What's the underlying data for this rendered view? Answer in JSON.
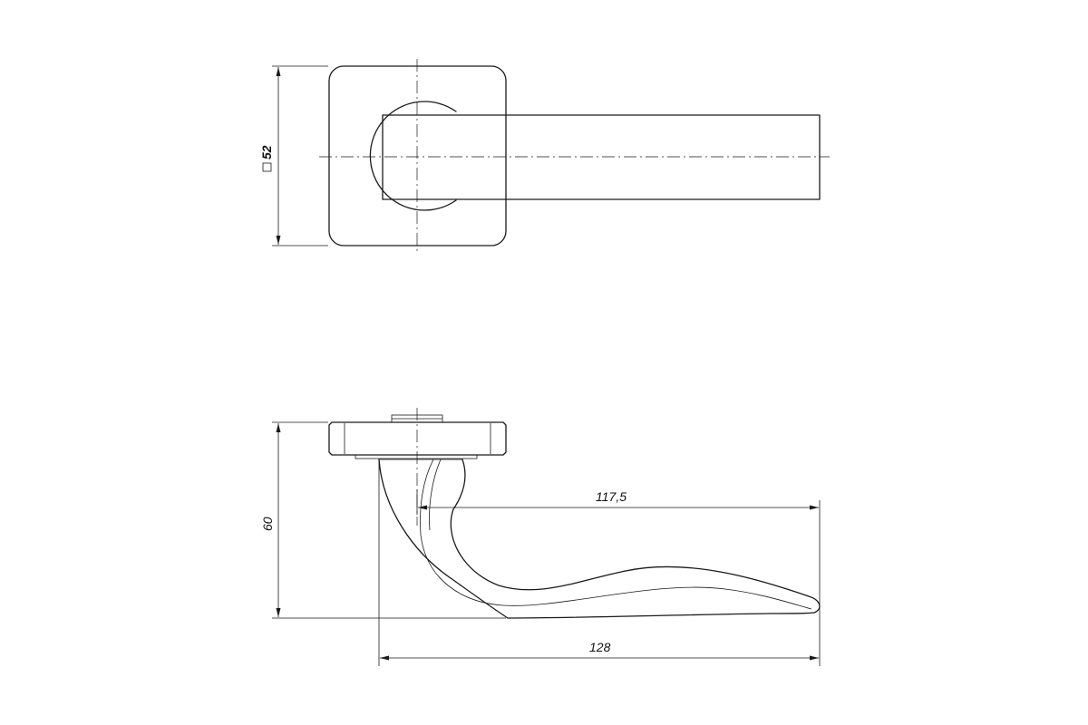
{
  "dimensions": {
    "rose_size": "52",
    "height": "60",
    "lever_reach": "117,5",
    "total_length": "128"
  },
  "colors": {
    "line": "#1a1a1a",
    "background": "#ffffff"
  }
}
